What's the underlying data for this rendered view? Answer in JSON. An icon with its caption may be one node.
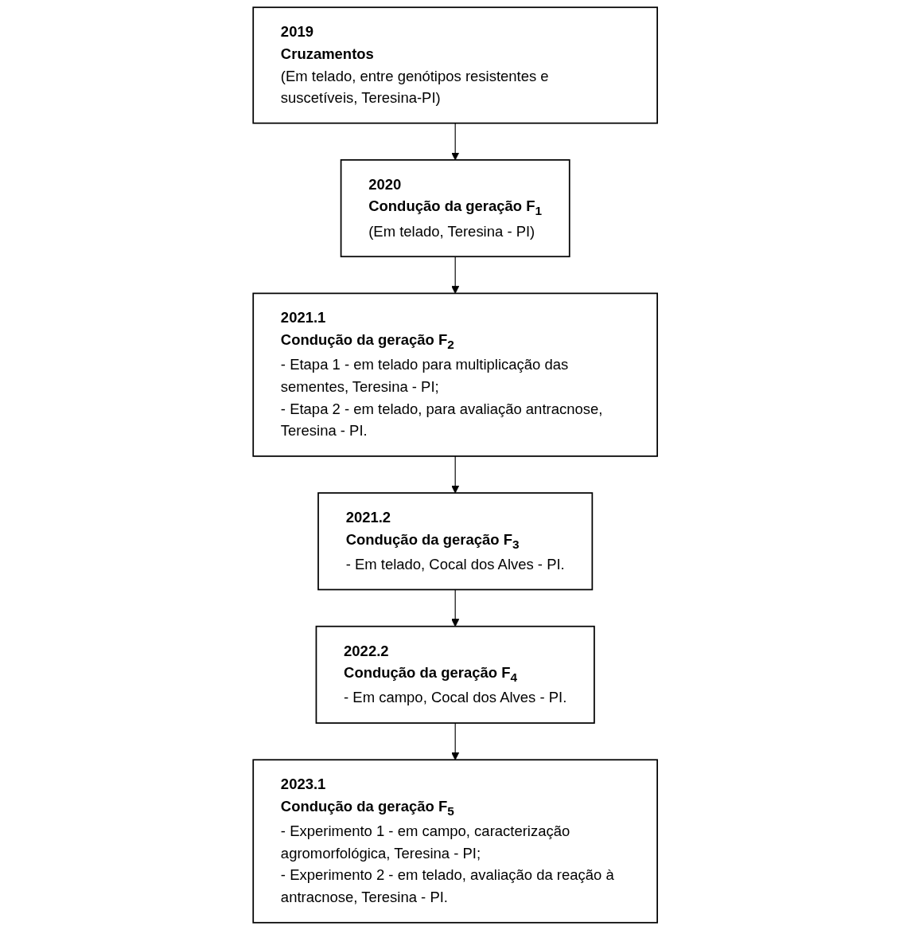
{
  "diagram": {
    "nodes": [
      {
        "text": [
          "2019",
          "Cruzamentos",
          "(Em telado, entre genótipos resistentes e suscetíveis, Teresina-PI)"
        ]
      },
      {
        "text": [
          "2020",
          "Condução da geração F$_{1}$",
          "(Em telado, Teresina - PI)"
        ]
      },
      {
        "text": [
          "2021.1",
          "Condução da geração F$_{2}$",
          "- Etapa 1 - em telado para multiplicação das sementes, Teresina - PI;",
          "- Etapa 2 - em telado, para avaliação antracnose, Teresina - PI."
        ]
      },
      {
        "text": [
          "2021.2",
          "Condução da geração F$_{3}$",
          "- Em telado, Cocal dos Alves - PI."
        ]
      },
      {
        "text": [
          "2022.2",
          "Condução da geração F$_{4}$",
          "- Em campo, Cocal dos Alves - PI."
        ]
      },
      {
        "text": [
          "2023.1",
          "Condução da geração F$_{5}$",
          "- Experimento 1 - em campo, caracterização agromorfológica, Teresina - PI;",
          "- Experimento 2 - em telado, avaliação da reação à antracnose, Teresina - PI."
        ]
      }
    ],
    "edges": [
      {
        "from": 0,
        "to": 1,
        "arrow": "to"
      },
      {
        "from": 1,
        "to": 2,
        "arrow": "to"
      },
      {
        "from": 2,
        "to": 3,
        "arrow": "to"
      },
      {
        "from": 3,
        "to": 4,
        "arrow": "to"
      },
      {
        "from": 4,
        "to": 5,
        "arrow": "to"
      }
    ]
  }
}
